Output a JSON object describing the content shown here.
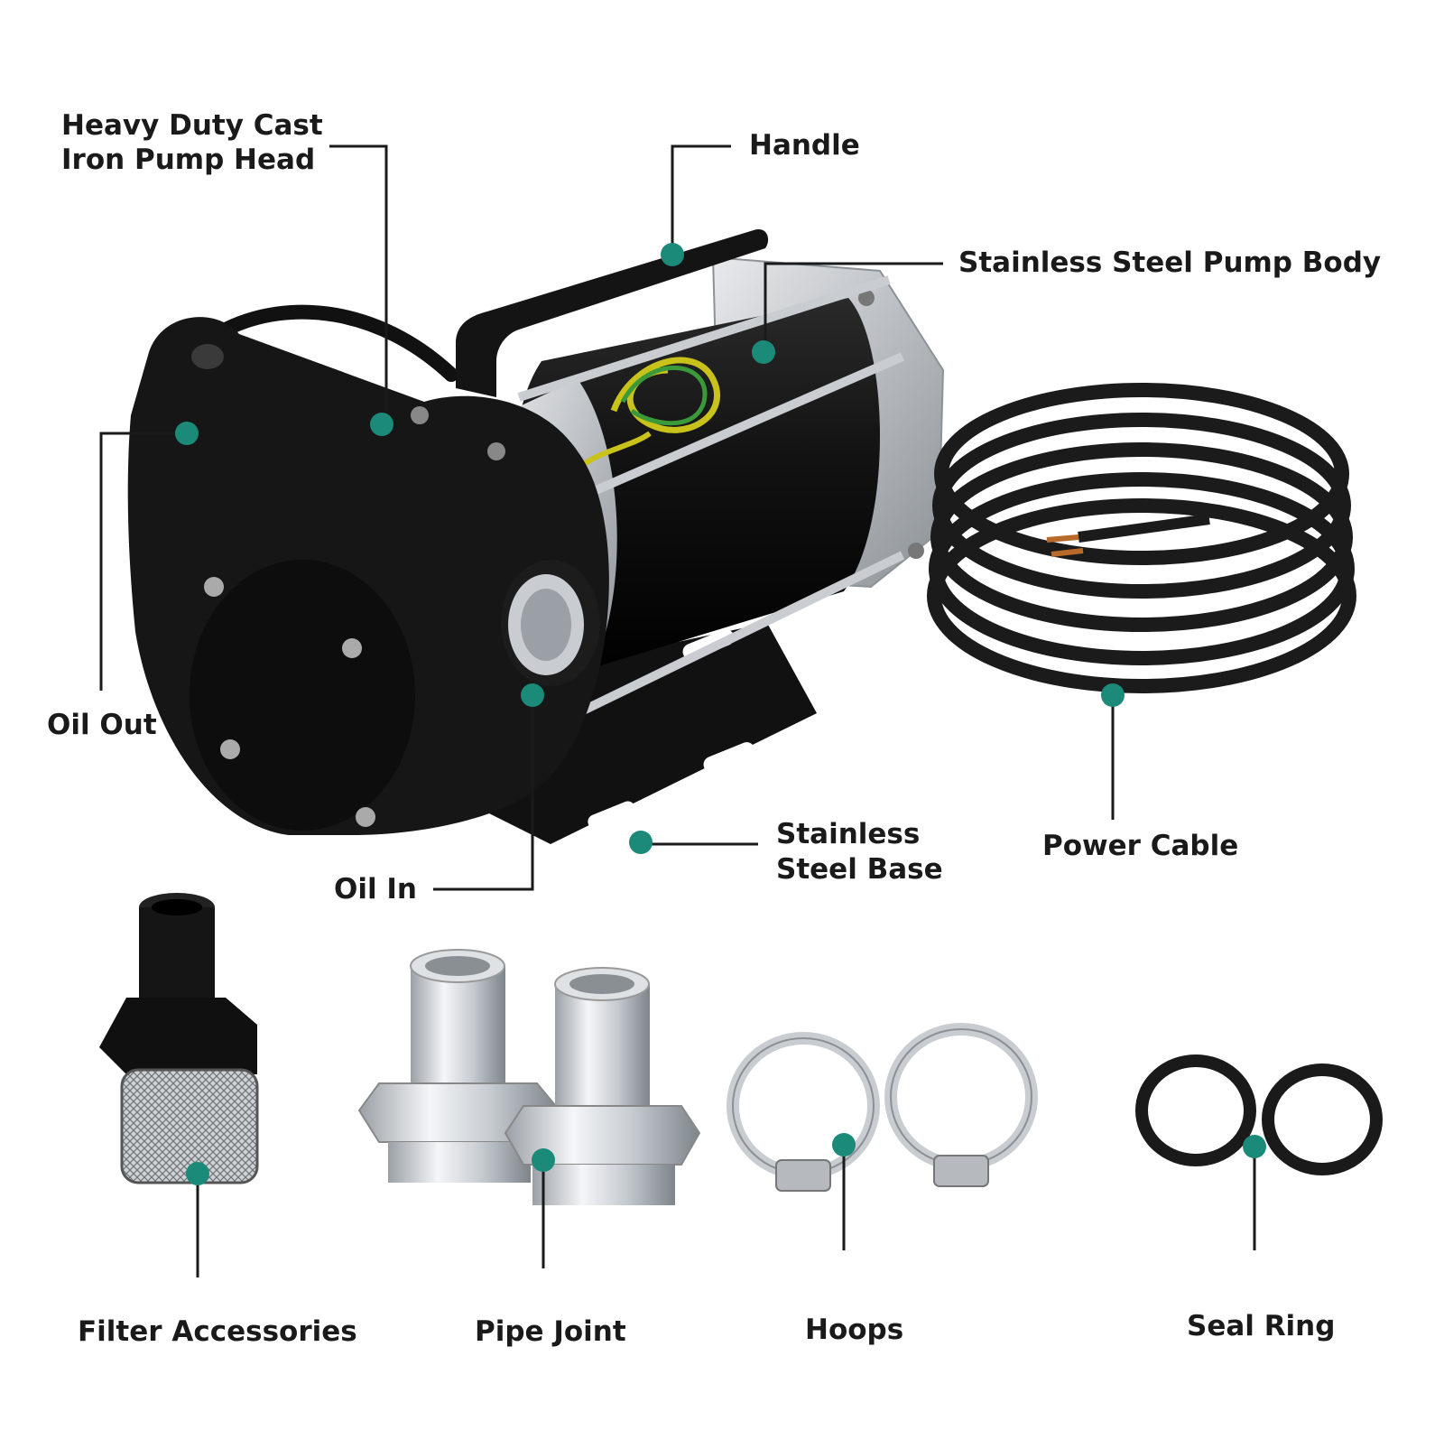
{
  "callouts": {
    "pump_head_line1": "Heavy Duty Cast",
    "pump_head_line2": "Iron Pump Head",
    "handle": "Handle",
    "pump_body": "Stainless Steel Pump Body",
    "oil_out": "Oil Out",
    "oil_in": "Oil In",
    "base_line1": "Stainless",
    "base_line2": "Steel Base",
    "power_cable": "Power Cable"
  },
  "accessories": {
    "filter": "Filter Accessories",
    "pipe_joint": "Pipe Joint",
    "hoops": "Hoops",
    "seal_ring": "Seal Ring"
  },
  "colors": {
    "marker": "#1c8a78",
    "leader_line": "#1a1a1a",
    "pump_black": "#151515",
    "steel": "#b8bcc0"
  }
}
